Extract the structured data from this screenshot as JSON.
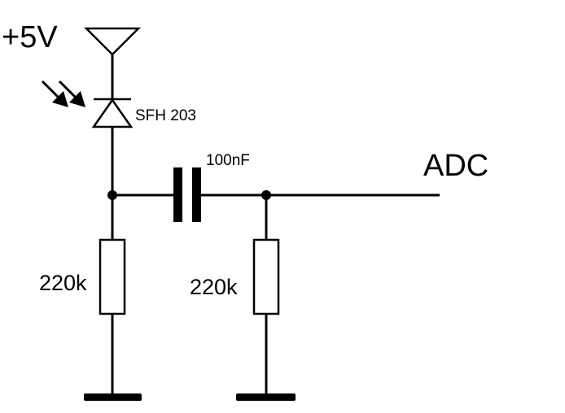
{
  "labels": {
    "supply": "+5V",
    "photodiode": "SFH 203",
    "capacitor": "100nF",
    "output": "ADC",
    "resistor_left": "220k",
    "resistor_right": "220k"
  },
  "colors": {
    "ink": "#000000",
    "background": "#ffffff"
  }
}
